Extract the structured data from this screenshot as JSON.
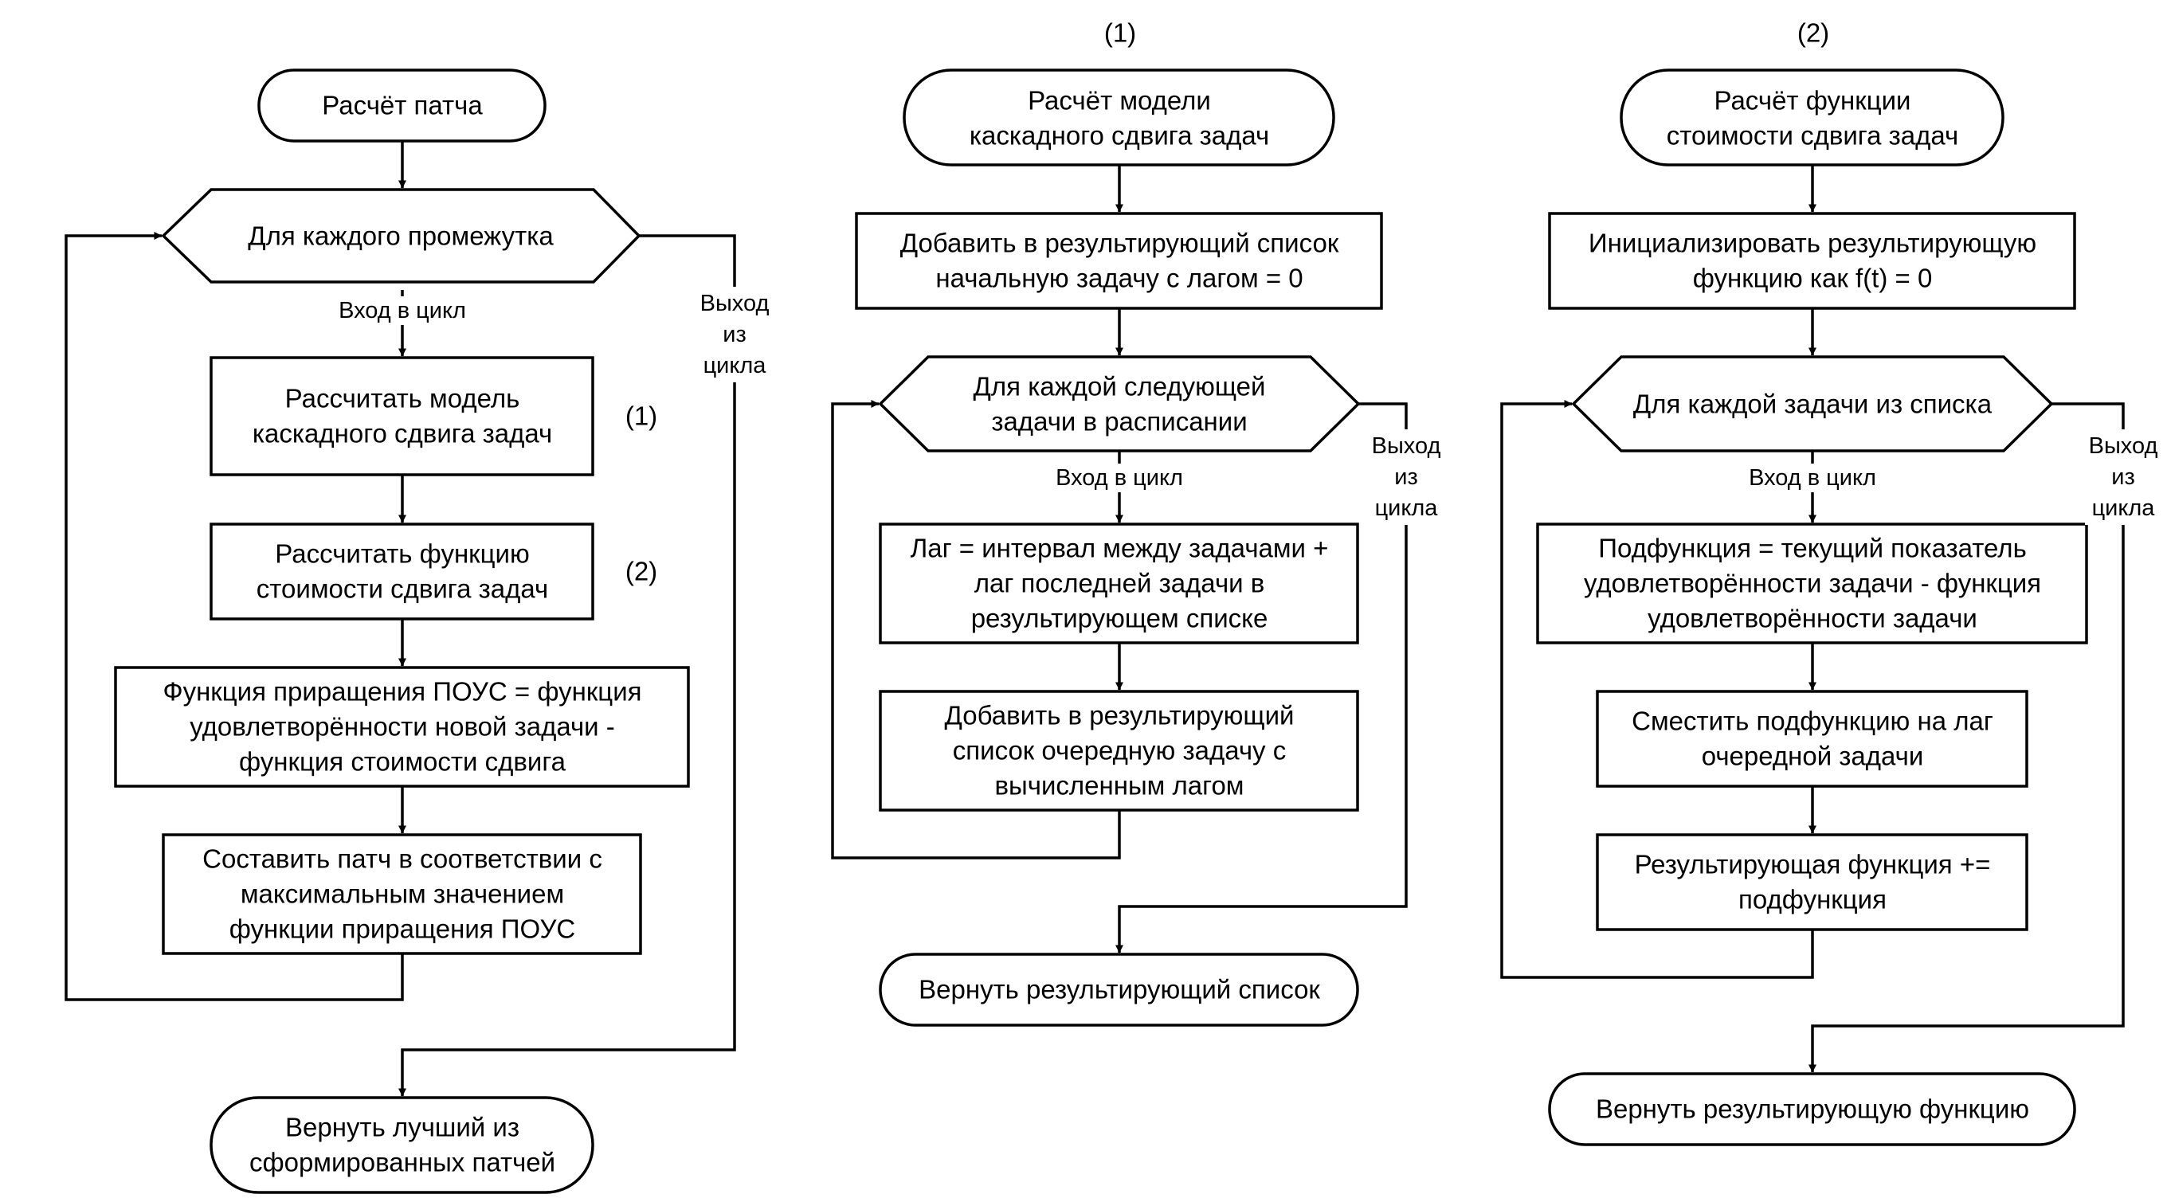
{
  "colors": {
    "stroke": "#000000",
    "fill": "#ffffff",
    "text": "#000000"
  },
  "diagrams": [
    {
      "nodes": {
        "start": {
          "shape": "terminator",
          "lines": [
            "Расчёт патча"
          ]
        },
        "loop": {
          "shape": "hexagon",
          "lines": [
            "Для каждого промежутка"
          ]
        },
        "calc_model": {
          "shape": "process",
          "lines": [
            "Рассчитать модель",
            "каскадного сдвига задач"
          ],
          "note": "(1)"
        },
        "calc_cost": {
          "shape": "process",
          "lines": [
            "Рассчитать функцию",
            "стоимости сдвига задач"
          ],
          "note": "(2)"
        },
        "increment": {
          "shape": "process",
          "lines": [
            "Функция приращения ПОУС = функция",
            "удовлетворённости новой задачи -",
            "функция стоимости сдвига"
          ]
        },
        "compose": {
          "shape": "process",
          "lines": [
            "Составить патч в соответствии с",
            "максимальным значением",
            "функции приращения ПОУС"
          ]
        },
        "end": {
          "shape": "terminator",
          "lines": [
            "Вернуть лучший из",
            "сформированных патчей"
          ]
        }
      },
      "labels": {
        "loop_enter": "Вход в цикл",
        "loop_exit": [
          "Выход",
          "из",
          "цикла"
        ]
      }
    },
    {
      "header": "(1)",
      "nodes": {
        "start": {
          "shape": "terminator",
          "lines": [
            "Расчёт модели",
            "каскадного сдвига задач"
          ]
        },
        "init": {
          "shape": "process",
          "lines": [
            "Добавить в результирующий список",
            "начальную задачу с лагом = 0"
          ]
        },
        "loop": {
          "shape": "hexagon",
          "lines": [
            "Для каждой следующей",
            "задачи в расписании"
          ]
        },
        "lag": {
          "shape": "process",
          "lines": [
            "Лаг = интервал между задачами +",
            "лаг последней задачи в",
            "результирующем списке"
          ]
        },
        "append": {
          "shape": "process",
          "lines": [
            "Добавить в результирующий",
            "список очередную задачу с",
            "вычисленным лагом"
          ]
        },
        "end": {
          "shape": "terminator",
          "lines": [
            "Вернуть результирующий список"
          ]
        }
      },
      "labels": {
        "loop_enter": "Вход в цикл",
        "loop_exit": [
          "Выход",
          "из",
          "цикла"
        ]
      }
    },
    {
      "header": "(2)",
      "nodes": {
        "start": {
          "shape": "terminator",
          "lines": [
            "Расчёт функции",
            "стоимости сдвига задач"
          ]
        },
        "init": {
          "shape": "process",
          "lines": [
            "Инициализировать результирующую",
            "функцию как f(t) = 0"
          ]
        },
        "loop": {
          "shape": "hexagon",
          "lines": [
            "Для каждой задачи из списка"
          ]
        },
        "sub": {
          "shape": "process",
          "lines": [
            "Подфункция = текущий показатель",
            "удовлетворённости задачи - функция",
            "удовлетворённости задачи"
          ]
        },
        "shift": {
          "shape": "process",
          "lines": [
            "Сместить подфункцию на лаг",
            "очередной задачи"
          ]
        },
        "accumulate": {
          "shape": "process",
          "lines": [
            "Результирующая функция +=",
            "подфункция"
          ]
        },
        "end": {
          "shape": "terminator",
          "lines": [
            "Вернуть результирующую функцию"
          ]
        }
      },
      "labels": {
        "loop_enter": "Вход в цикл",
        "loop_exit": [
          "Выход",
          "из",
          "цикла"
        ]
      }
    }
  ]
}
